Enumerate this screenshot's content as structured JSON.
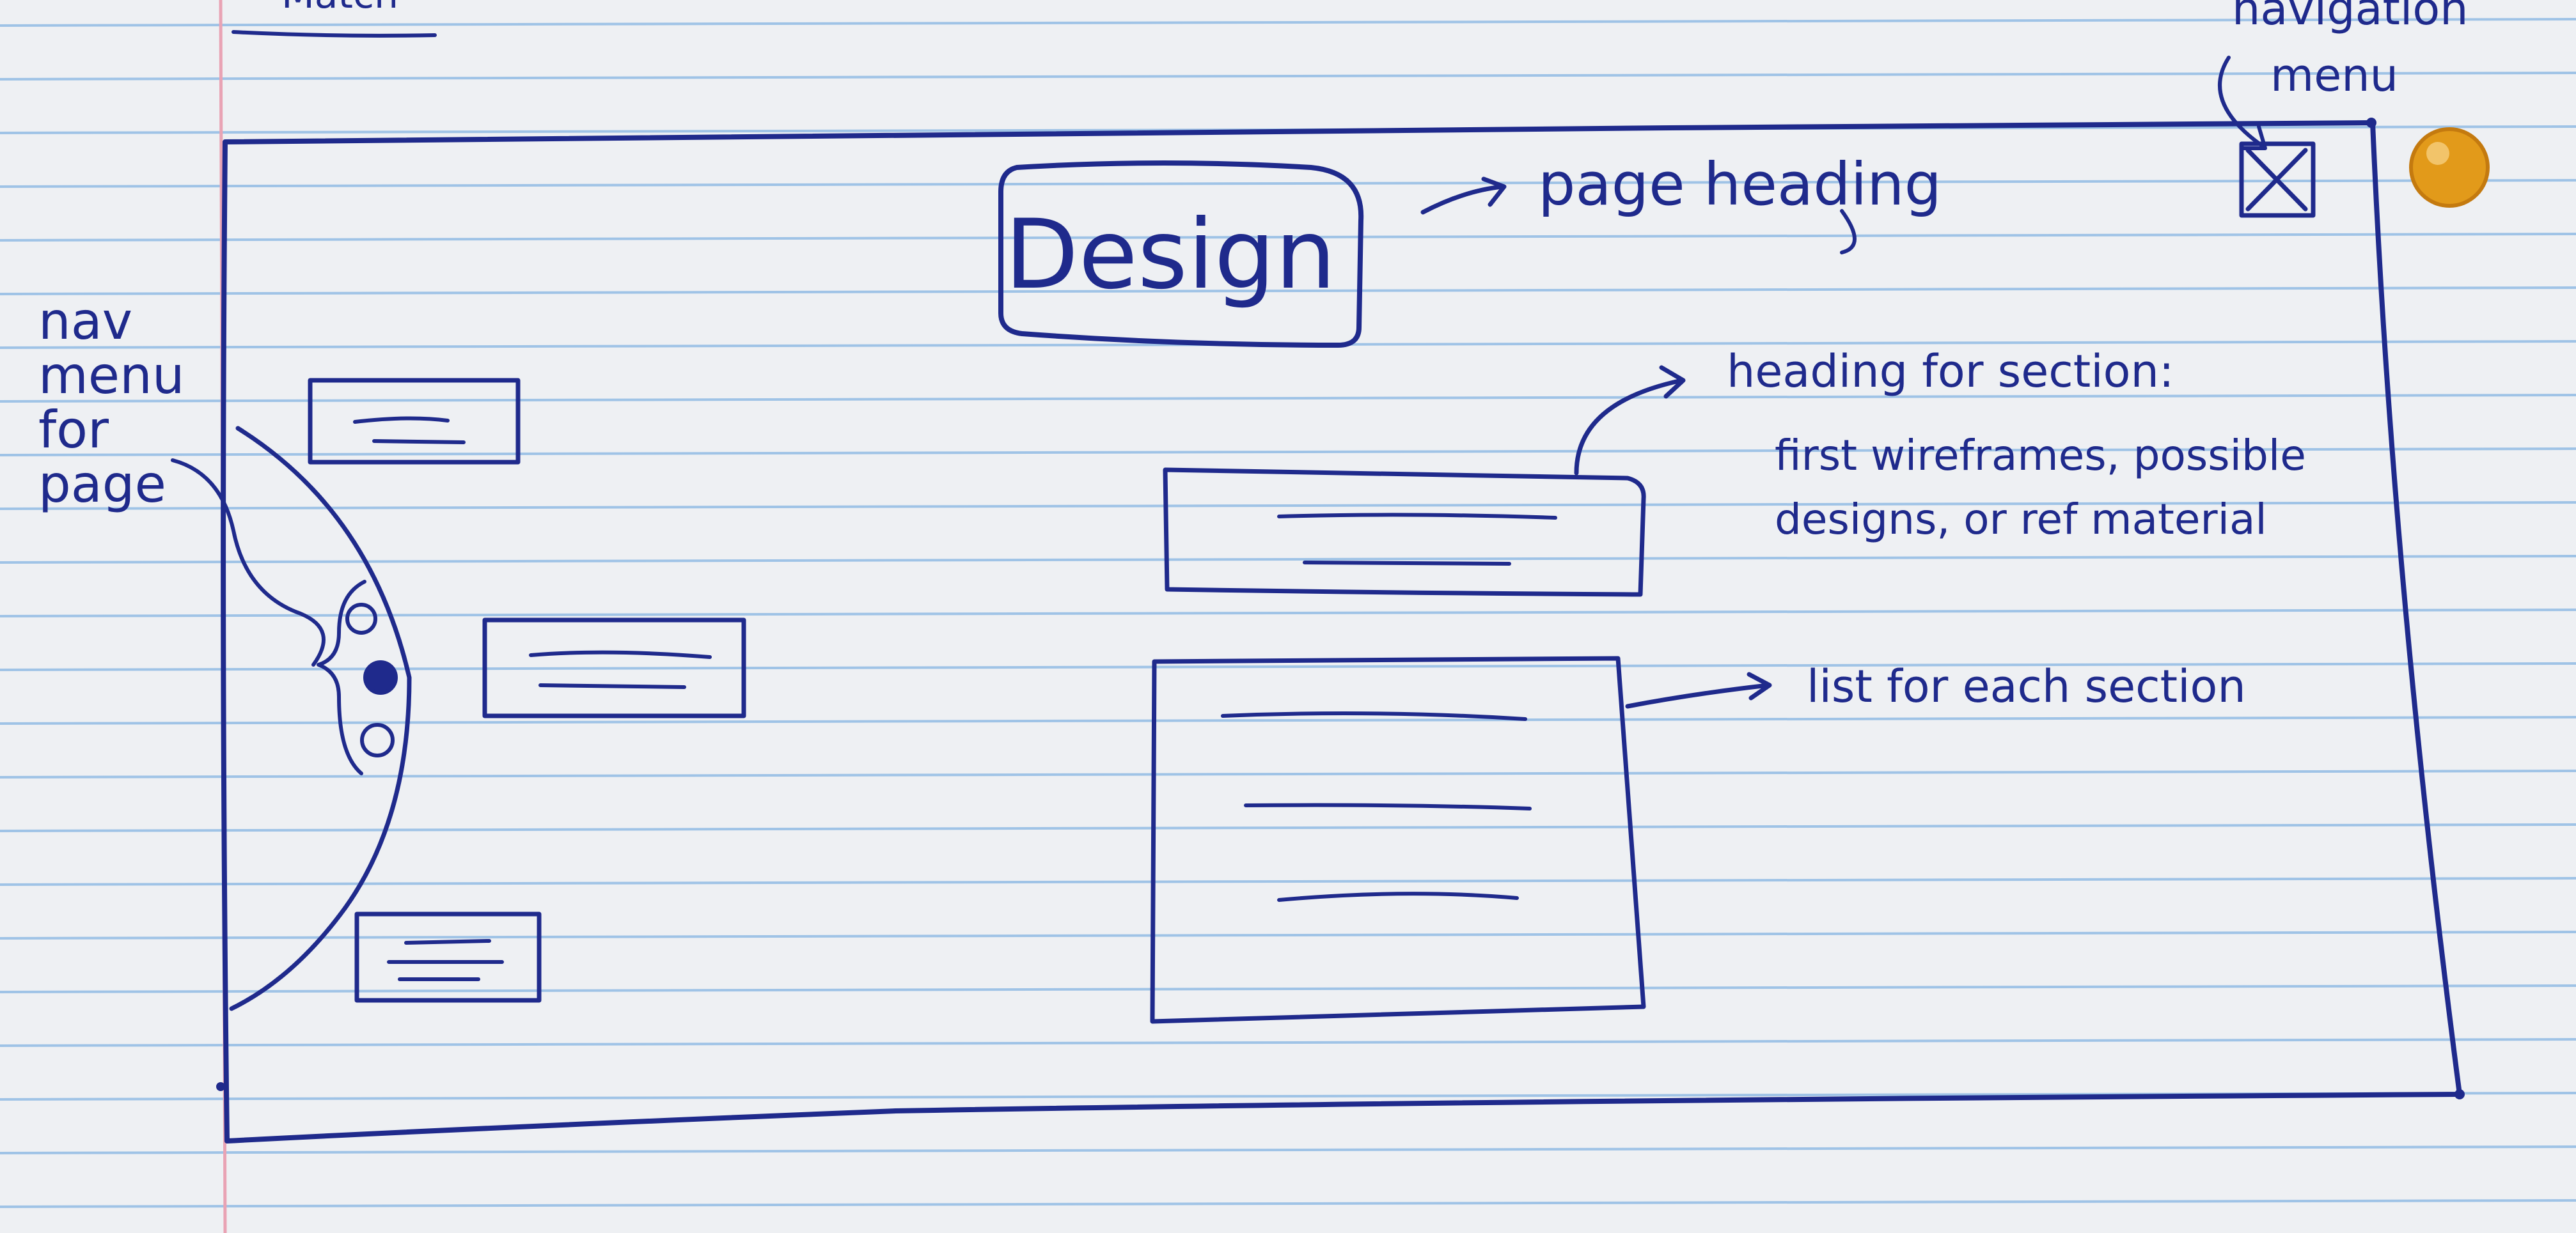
{
  "colors": {
    "ink": "#1f2a8c",
    "rule_line": "#9fc3e6",
    "margin_line": "#e9a3b4",
    "paper": "#eef0f3",
    "pin": "#e29a1a"
  },
  "corner_note": "Match",
  "sketch": {
    "page_title": "Design",
    "close_icon": "close-x-icon"
  },
  "annotations": {
    "navigation_menu_line1": "navigation",
    "navigation_menu_line2": "menu",
    "page_heading": "page heading",
    "nav_menu_for_page": [
      "nav",
      "menu",
      "for",
      "page"
    ],
    "section_heading_line1": "heading for section:",
    "section_heading_line2": "first wireframes, possible",
    "section_heading_line3": "designs, or ref material",
    "list_for_section": "list for each section"
  }
}
